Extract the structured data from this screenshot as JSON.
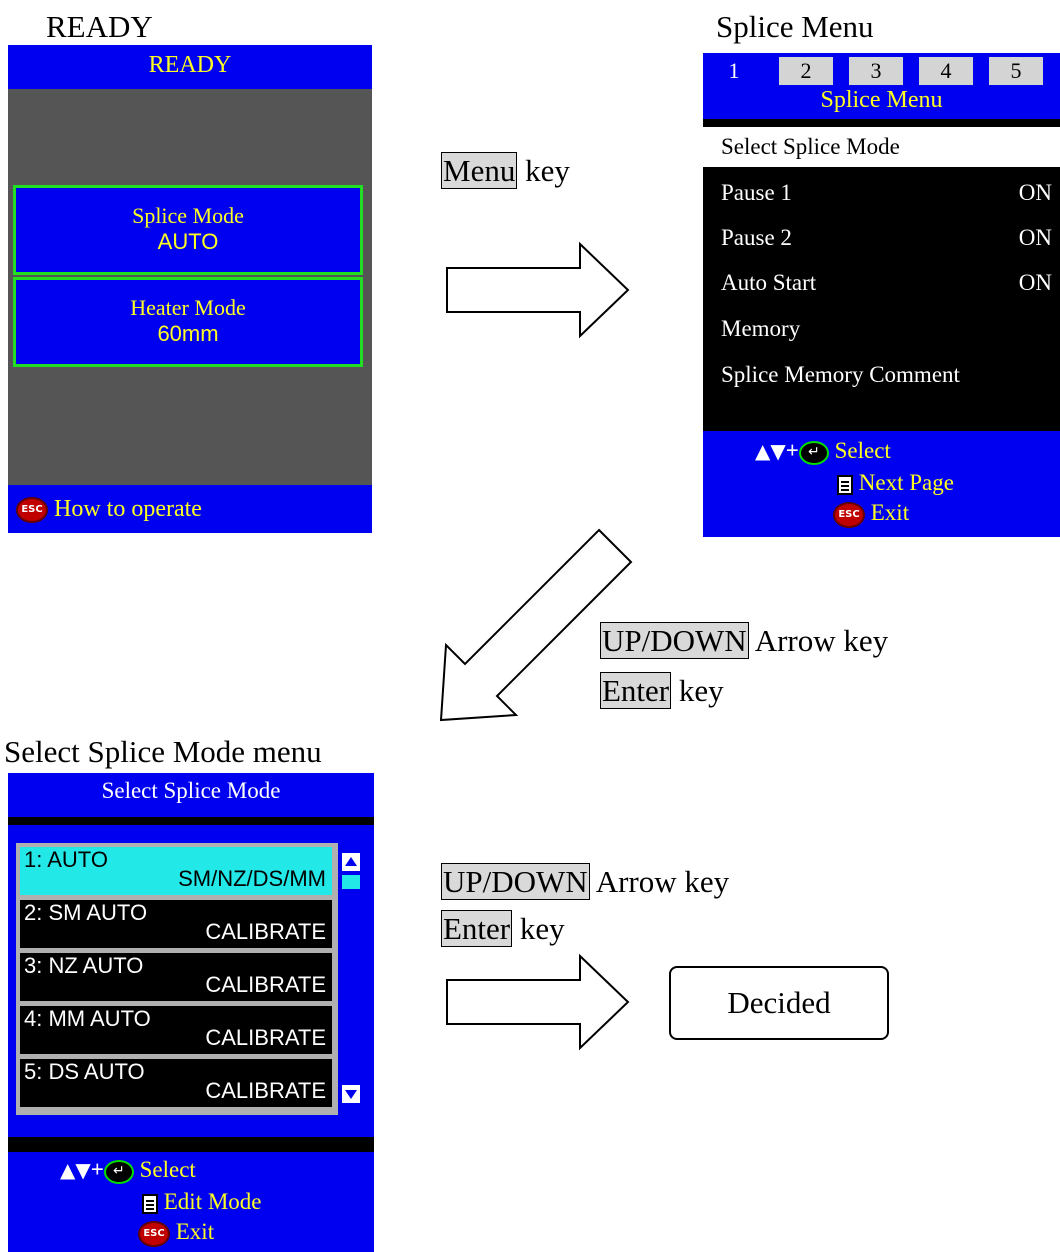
{
  "captions": {
    "ready": "READY",
    "splice_menu": "Splice Menu",
    "select_mode": "Select Splice Mode menu"
  },
  "ready_screen": {
    "title": "READY",
    "splice_mode_label": "Splice Mode",
    "splice_mode_value": "AUTO",
    "heater_mode_label": "Heater Mode",
    "heater_mode_value": "60mm",
    "footer_key": "ESC",
    "footer_text": "How to operate"
  },
  "splice_menu_screen": {
    "tabs": [
      "1",
      "2",
      "3",
      "4",
      "5"
    ],
    "header": "Splice Menu",
    "items": [
      {
        "label": "Select Splice Mode",
        "value": ""
      },
      {
        "label": "Pause 1",
        "value": "ON"
      },
      {
        "label": "Pause 2",
        "value": "ON"
      },
      {
        "label": "Auto Start",
        "value": "ON"
      },
      {
        "label": "Memory",
        "value": ""
      },
      {
        "label": "Splice Memory Comment",
        "value": ""
      }
    ],
    "footer": {
      "select": "Select",
      "next": "Next Page",
      "esc_key": "ESC",
      "exit": "Exit"
    }
  },
  "select_mode_screen": {
    "header": "Select Splice Mode",
    "modes": [
      {
        "line1": "1: AUTO",
        "line2": "SM/NZ/DS/MM"
      },
      {
        "line1": "2: SM  AUTO",
        "line2": "CALIBRATE"
      },
      {
        "line1": "3: NZ  AUTO",
        "line2": "CALIBRATE"
      },
      {
        "line1": "4: MM  AUTO",
        "line2": "CALIBRATE"
      },
      {
        "line1": "5: DS  AUTO",
        "line2": "CALIBRATE"
      }
    ],
    "footer": {
      "select": "Select",
      "edit": "Edit Mode",
      "esc_key": "ESC",
      "exit": "Exit"
    }
  },
  "instructions": {
    "step1_key": "Menu",
    "step1_text": "key",
    "step2_key1": "UP/DOWN",
    "step2_text1": "Arrow key",
    "step2_key2": "Enter",
    "step2_text2": "key",
    "step3_key1": "UP/DOWN",
    "step3_text1": "Arrow key",
    "step3_key2": "Enter",
    "step3_text2": "key"
  },
  "result": "Decided"
}
